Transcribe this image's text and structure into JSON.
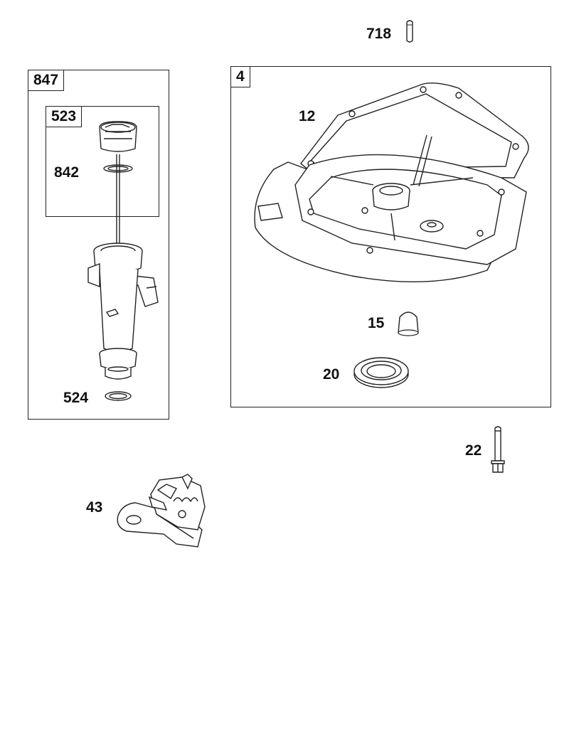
{
  "diagram": {
    "labels": {
      "p718": "718",
      "p847": "847",
      "p523": "523",
      "p842": "842",
      "p524": "524",
      "p4": "4",
      "p12": "12",
      "p15": "15",
      "p20": "20",
      "p22": "22",
      "p43": "43"
    }
  }
}
